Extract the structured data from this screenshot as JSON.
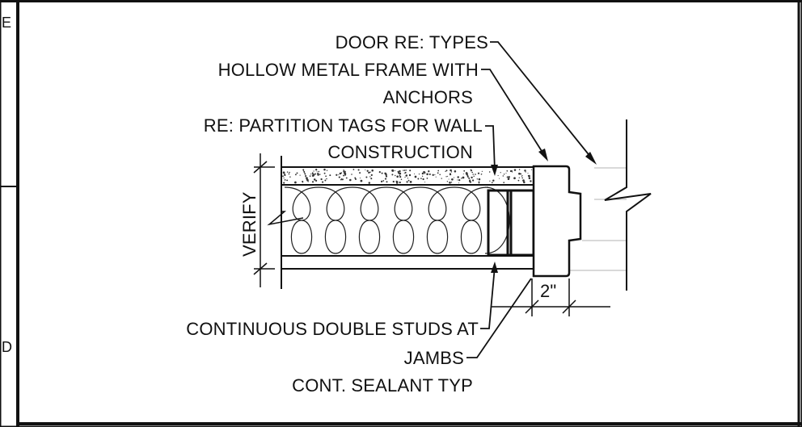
{
  "grid_markers": {
    "top": "E",
    "bottom": "D"
  },
  "notes": {
    "door": "DOOR RE: TYPES",
    "frame_line1": "HOLLOW METAL FRAME WITH",
    "frame_line2": "ANCHORS",
    "partition_line1": "RE: PARTITION TAGS FOR WALL",
    "partition_line2": "CONSTRUCTION",
    "studs_line1": "CONTINUOUS DOUBLE STUDS AT",
    "studs_line2": "JAMBS",
    "sealant": "CONT. SEALANT TYP"
  },
  "dimensions": {
    "verify": "VERIFY",
    "frame_depth": "2\""
  }
}
